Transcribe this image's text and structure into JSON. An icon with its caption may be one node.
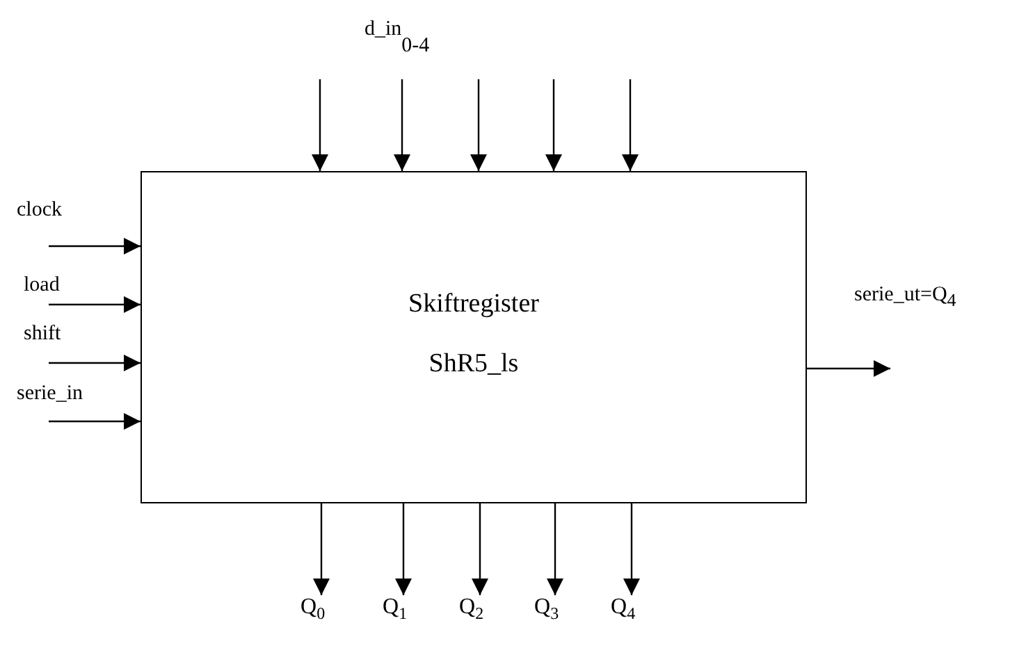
{
  "diagram": {
    "nodes": [
      {
        "text": [
          "Skiftregister",
          "ShR5_ls"
        ]
      },
      {
        "text": [
          "Q$_{0}$"
        ]
      },
      {
        "text": [
          "Q$_{1}$"
        ]
      },
      {
        "text": [
          "Q$_{2}$"
        ]
      },
      {
        "text": [
          "Q$_{3}$"
        ]
      },
      {
        "text": [
          "Q$_{4}$"
        ]
      }
    ],
    "edges": [
      {
        "from": null,
        "to": 0,
        "arrow": "to"
      },
      {
        "from": null,
        "to": 0,
        "arrow": "to"
      },
      {
        "from": null,
        "to": 0,
        "arrow": "to"
      },
      {
        "from": null,
        "to": 0,
        "arrow": "to"
      },
      {
        "from": null,
        "to": 0,
        "arrow": "to"
      },
      {
        "from": null,
        "to": 0,
        "arrow": "to"
      },
      {
        "from": null,
        "to": 0,
        "arrow": "to"
      },
      {
        "from": null,
        "to": 0,
        "arrow": "to"
      },
      {
        "from": null,
        "to": 0,
        "arrow": "to"
      },
      {
        "from": 0,
        "to": null,
        "arrow": "to"
      },
      {
        "from": 0,
        "to": 1,
        "arrow": "to"
      },
      {
        "from": 0,
        "to": 2,
        "arrow": "to"
      },
      {
        "from": 0,
        "to": 3,
        "arrow": "to"
      },
      {
        "from": 0,
        "to": 4,
        "arrow": "to"
      },
      {
        "from": 0,
        "to": 5,
        "arrow": "to"
      }
    ],
    "labels": [
      "d_in$_{0-4}$",
      "clock",
      "load",
      "shift",
      "serie_in",
      "serie_ut=Q$_{4}$"
    ]
  }
}
